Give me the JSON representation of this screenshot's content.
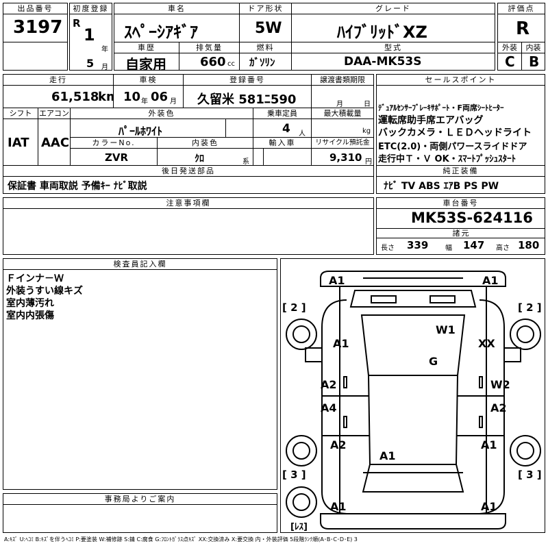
{
  "header": {
    "lot_no_label": "出品番号",
    "lot_no": "3197",
    "first_reg_label": "初度登録",
    "era": "R",
    "year": "1",
    "year_unit": "年",
    "month": "5",
    "month_unit": "月",
    "car_name_label": "車名",
    "car_name": "ｽﾍﾟｰｼｱｷﾞｱ",
    "door_label": "ドア形状",
    "door": "5W",
    "grade_label": "グレード",
    "grade": "ﾊｲﾌﾞﾘｯﾄﾞXZ",
    "score_label": "評価点",
    "score": "R",
    "history_label": "車歴",
    "history": "自家用",
    "displacement_label": "排気量",
    "displacement": "660",
    "displacement_unit": "cc",
    "fuel_label": "燃料",
    "fuel": "ｶﾞｿﾘﾝ",
    "model_label": "型式",
    "model": "DAA-MK53S",
    "exterior_label": "外装",
    "exterior_grade": "C",
    "interior_label": "内装",
    "interior_grade": "B"
  },
  "row2": {
    "mileage_label": "走行",
    "mileage": "61,518",
    "mileage_unit": "km",
    "inspection_label": "車検",
    "insp_year": "10",
    "insp_year_unit": "年",
    "insp_month": "06",
    "insp_month_unit": "月",
    "reg_label": "登録番号",
    "reg_no": "久留米 581ﾆ590",
    "transfer_label": "譲渡書類期限",
    "transfer_month_unit": "月",
    "transfer_day_unit": "日",
    "shift_label": "シフト",
    "shift": "IAT",
    "ac_label": "エアコン",
    "ac": "AAC",
    "color_label": "外装色",
    "color": "ﾊﾟｰﾙﾎﾜｲﾄ",
    "capacity_label": "乗車定員",
    "capacity": "4",
    "capacity_unit": "人",
    "load_label": "最大積載量",
    "load_unit": "kg",
    "color_no_label": "カラーNo.",
    "color_no": "ZVR",
    "int_color_label": "内装色",
    "int_color": "ｸﾛ",
    "int_color_unit": "系",
    "import_label": "輸入車",
    "recycle_label": "リサイクル預託金",
    "recycle": "9,310",
    "recycle_unit": "円"
  },
  "sales": {
    "label": "セールスポイント",
    "lines": [
      "ﾃﾞｭｱﾙｾﾝｻｰﾌﾞﾚｰｷｻﾎﾟｰﾄ・F両席ｼｰﾄﾋｰﾀｰ",
      "運転席助手席エアバッグ",
      "バックカメラ・ＬＥＤヘッドライト",
      "ETC(2.0)・両側パワースライドドア",
      "走行中Ｔ・Ｖ OK・ｽﾏｰﾄﾌﾟｯｼｭｽﾀｰﾄ"
    ]
  },
  "later_parts": {
    "label": "後日発送部品",
    "value": "保証書 車両取説 予備ｷｰ ﾅﾋﾞ取説"
  },
  "equipment": {
    "label": "純正装備",
    "value": "ﾅﾋﾞ TV ABS ｴｱB PS PW"
  },
  "notes": {
    "label": "注意事項欄",
    "value": ""
  },
  "chassis": {
    "label": "車台番号",
    "number": "MK53S-624116",
    "spec_label": "諸元",
    "length_label": "長さ",
    "length": "339",
    "width_label": "幅",
    "width": "147",
    "height_label": "高さ",
    "height": "180"
  },
  "inspector": {
    "label": "検査員記入欄",
    "lines": [
      "Ｆインナ－Ｗ",
      "外装うすい線キズ",
      "室内薄汚れ",
      "室内内張傷"
    ]
  },
  "office": {
    "label": "事務局よりご案内",
    "value": ""
  },
  "diagram": {
    "marks": [
      {
        "id": "a1-front-left",
        "text": "A1"
      },
      {
        "id": "a1-front-right",
        "text": "A1"
      },
      {
        "id": "tire-fl",
        "text": "[ 2 ]"
      },
      {
        "id": "tire-fr",
        "text": "[ 2 ]"
      },
      {
        "id": "w1",
        "text": "W1"
      },
      {
        "id": "a1-left-fender",
        "text": "A1"
      },
      {
        "id": "xx",
        "text": "XX"
      },
      {
        "id": "g",
        "text": "G"
      },
      {
        "id": "a2-left-door",
        "text": "A2"
      },
      {
        "id": "w2",
        "text": "W2"
      },
      {
        "id": "a4",
        "text": "A4"
      },
      {
        "id": "a2-right",
        "text": "A2"
      },
      {
        "id": "a2-left-rear",
        "text": "A2"
      },
      {
        "id": "a1-rear-right",
        "text": "A1"
      },
      {
        "id": "a1-roof-rear",
        "text": "A1"
      },
      {
        "id": "tire-rl",
        "text": "[ 3 ]"
      },
      {
        "id": "tire-rr",
        "text": "[ 3 ]"
      },
      {
        "id": "a1-rear-left",
        "text": "A1"
      },
      {
        "id": "a1-rear-right2",
        "text": "A1"
      },
      {
        "id": "spare",
        "text": "[ﾚｽ]"
      }
    ]
  },
  "legend": "A:ｷｽﾞ U:ﾍｺﾐ B:ｷｽﾞを伴うﾍｺﾐ P:要塗装 W:補修跡 S:錆 C:腐食 G:ﾌﾛﾝﾄｶﾞﾗｽ点ｷｽﾞ XX:交換済み X:要交換  内・外装評価 5段階ﾗﾝｸ順(A･B･C･D･E) 3"
}
